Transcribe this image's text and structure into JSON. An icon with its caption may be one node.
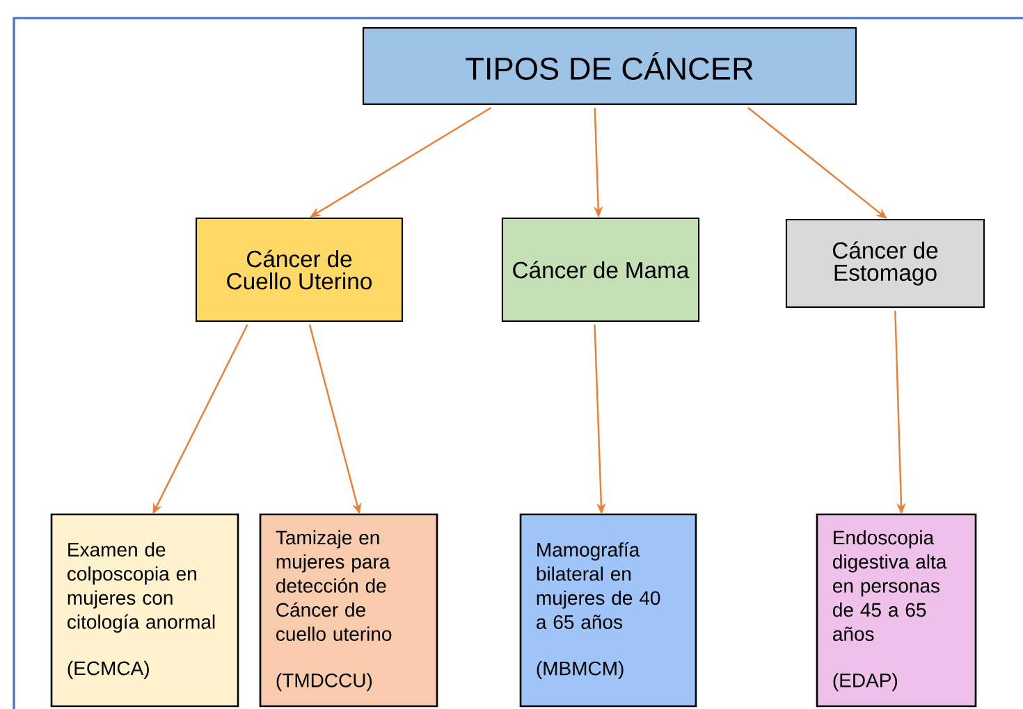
{
  "diagram": {
    "nodes": [
      {
        "text": [
          "TIPOS DE CÁNCER"
        ]
      },
      {
        "text": [
          "Cáncer de Cuello Uterino"
        ]
      },
      {
        "text": [
          "Cáncer de Mama"
        ]
      },
      {
        "text": [
          "Cáncer de Estomago"
        ]
      },
      {
        "text": [
          "Examen de colposcopia en mujeres con citología anormal",
          "(ECMCA)"
        ]
      },
      {
        "text": [
          "Tamizaje en mujeres para detección de Cáncer de cuello uterino",
          "(TMDCCU)"
        ]
      },
      {
        "text": [
          "Mamografía bilateral en mujeres de 40 a 65 años",
          "(MBMCM)"
        ]
      },
      {
        "text": [
          "Endoscopia digestiva alta en personas de 45 a 65 años",
          "(EDAP)"
        ]
      }
    ],
    "edges": [
      {
        "from": 0,
        "to": 1,
        "arrow": "to"
      },
      {
        "from": 0,
        "to": 2,
        "arrow": "to"
      },
      {
        "from": 0,
        "to": 3,
        "arrow": "to"
      },
      {
        "from": 1,
        "to": 4,
        "arrow": "to"
      },
      {
        "from": 1,
        "to": 5,
        "arrow": "to"
      },
      {
        "from": 2,
        "to": 6,
        "arrow": "to"
      },
      {
        "from": 3,
        "to": 7,
        "arrow": "to"
      }
    ]
  }
}
